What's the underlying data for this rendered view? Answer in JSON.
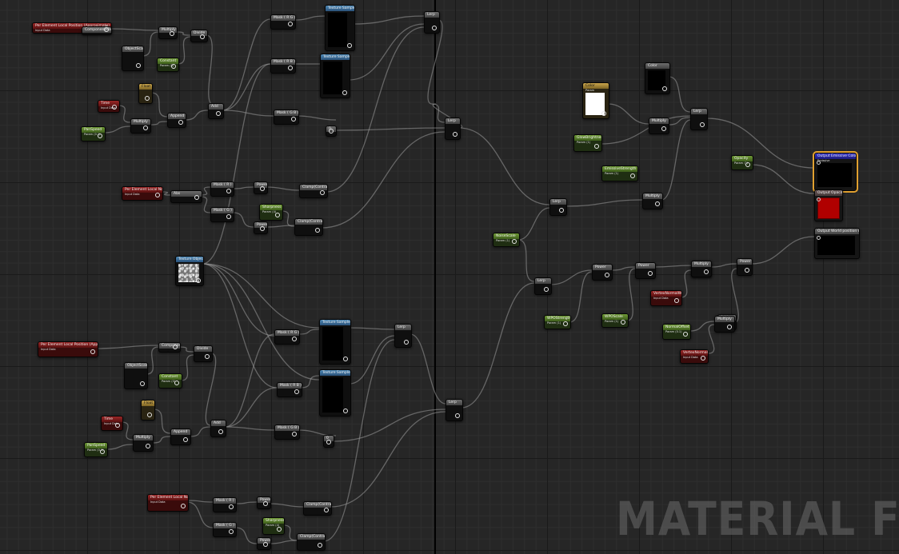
{
  "watermark": "MATERIAL FU",
  "colors": {
    "background": "#262626",
    "parameter_red": "#9b2626",
    "constant_green": "#6f9a36",
    "texture_blue": "#4f8ab8",
    "output_selected": "#e0a030"
  },
  "nodes": [
    {
      "id": "n1",
      "style": "red",
      "label": "Per Element Local Position (Approximate)",
      "sub": "Input Data"
    },
    {
      "id": "n2",
      "style": "gray",
      "label": "ComponentMask"
    },
    {
      "id": "n3",
      "style": "gray",
      "label": "ObjectScale",
      "sub": ""
    },
    {
      "id": "n4",
      "style": "gray",
      "label": "Multiply"
    },
    {
      "id": "n5",
      "style": "green",
      "label": "Constant",
      "sub": "Param (0)"
    },
    {
      "id": "n6",
      "style": "gray",
      "label": "Divide"
    },
    {
      "id": "n7",
      "style": "gold",
      "label": "Float"
    },
    {
      "id": "n8",
      "style": "red",
      "label": "Time",
      "sub": "Input Data"
    },
    {
      "id": "n9",
      "style": "gray",
      "label": "Multiply"
    },
    {
      "id": "n10",
      "style": "green",
      "label": "PanSpeed",
      "sub": "Param (0.1)"
    },
    {
      "id": "n11",
      "style": "gray",
      "label": "Append"
    },
    {
      "id": "n12",
      "style": "gray",
      "label": "Add"
    },
    {
      "id": "n13",
      "style": "gray",
      "label": "Mask ( R G )"
    },
    {
      "id": "n14",
      "style": "gray",
      "label": "Mask ( R B )"
    },
    {
      "id": "n15",
      "style": "gray",
      "label": "Mask ( G B )"
    },
    {
      "id": "n16",
      "style": "blue",
      "label": "Texture Sample"
    },
    {
      "id": "n17",
      "style": "blue",
      "label": "Texture Sample"
    },
    {
      "id": "n18",
      "style": "gray",
      "label": "Lerp"
    },
    {
      "id": "n19",
      "style": "gray",
      "label": "Lerp"
    },
    {
      "id": "n20",
      "style": "gray",
      "label": "0"
    },
    {
      "id": "n21",
      "style": "red",
      "label": "Per Element Local Normal",
      "sub": "Input Data"
    },
    {
      "id": "n22",
      "style": "gray",
      "label": "Abs"
    },
    {
      "id": "n23",
      "style": "gray",
      "label": "Mask ( R )"
    },
    {
      "id": "n24",
      "style": "gray",
      "label": "Mask ( G )"
    },
    {
      "id": "n25",
      "style": "gray",
      "label": "Power"
    },
    {
      "id": "n26",
      "style": "gray",
      "label": "Power"
    },
    {
      "id": "n27",
      "style": "green",
      "label": "Sharpness",
      "sub": "Param (4)"
    },
    {
      "id": "n28",
      "style": "gray",
      "label": "Clamp(Contrast)"
    },
    {
      "id": "n29",
      "style": "gray",
      "label": "Clamp(Contrast)"
    },
    {
      "id": "n30",
      "style": "blue",
      "label": "Texture Object"
    },
    {
      "id": "n31",
      "style": "red",
      "label": "Per Element Local Position (Approximate)",
      "sub": "Input Data"
    },
    {
      "id": "n32",
      "style": "gray",
      "label": "ObjectScale"
    },
    {
      "id": "n33",
      "style": "gray",
      "label": "ComponentMask"
    },
    {
      "id": "n34",
      "style": "green",
      "label": "Constant",
      "sub": "Param (0)"
    },
    {
      "id": "n35",
      "style": "gray",
      "label": "Divide"
    },
    {
      "id": "n36",
      "style": "gold",
      "label": "Float"
    },
    {
      "id": "n37",
      "style": "red",
      "label": "Time",
      "sub": "Input Data"
    },
    {
      "id": "n38",
      "style": "gray",
      "label": "Multiply"
    },
    {
      "id": "n39",
      "style": "green",
      "label": "PanSpeed",
      "sub": "Param (0.1)"
    },
    {
      "id": "n40",
      "style": "gray",
      "label": "Append"
    },
    {
      "id": "n41",
      "style": "gray",
      "label": "Add"
    },
    {
      "id": "n42",
      "style": "gray",
      "label": "Mask ( R G )"
    },
    {
      "id": "n43",
      "style": "gray",
      "label": "Mask ( R B )"
    },
    {
      "id": "n44",
      "style": "gray",
      "label": "Mask ( G B )"
    },
    {
      "id": "n45",
      "style": "blue",
      "label": "Texture Sample"
    },
    {
      "id": "n46",
      "style": "blue",
      "label": "Texture Sample"
    },
    {
      "id": "n47",
      "style": "gray",
      "label": "Lerp"
    },
    {
      "id": "n48",
      "style": "gray",
      "label": "Lerp"
    },
    {
      "id": "n49",
      "style": "gray",
      "label": "0"
    },
    {
      "id": "n50",
      "style": "red",
      "label": "Per Element Local Normal",
      "sub": "Input Data"
    },
    {
      "id": "n51",
      "style": "gray",
      "label": "Mask ( R )"
    },
    {
      "id": "n52",
      "style": "gray",
      "label": "Mask ( G )"
    },
    {
      "id": "n53",
      "style": "gray",
      "label": "Power"
    },
    {
      "id": "n54",
      "style": "green",
      "label": "Sharpness",
      "sub": "Param (4)"
    },
    {
      "id": "n55",
      "style": "gray",
      "label": "Power"
    },
    {
      "id": "n56",
      "style": "gray",
      "label": "Clamp(Contrast)"
    },
    {
      "id": "n57",
      "style": "gray",
      "label": "Clamp(Contrast)"
    },
    {
      "id": "n58",
      "style": "gray",
      "label": "Lerp"
    },
    {
      "id": "n59",
      "style": "gray",
      "label": "Lerp"
    },
    {
      "id": "n60",
      "style": "gold",
      "label": "Color",
      "sub": "Param"
    },
    {
      "id": "n61",
      "style": "gray",
      "label": "Color"
    },
    {
      "id": "n62",
      "style": "gray",
      "label": "Multiply"
    },
    {
      "id": "n63",
      "style": "gray",
      "label": "Lerp"
    },
    {
      "id": "n64",
      "style": "green",
      "label": "GlowBrightness",
      "sub": "Param (1)"
    },
    {
      "id": "n65",
      "style": "green",
      "label": "EmissiveStrength",
      "sub": "Param (1)"
    },
    {
      "id": "n66",
      "style": "gray",
      "label": "Multiply"
    },
    {
      "id": "n67",
      "style": "gray",
      "label": "Power"
    },
    {
      "id": "n68",
      "style": "green",
      "label": "Opacity",
      "sub": "Param (1)"
    },
    {
      "id": "n69",
      "style": "green",
      "label": "NoiseScale",
      "sub": "Param (1)"
    },
    {
      "id": "n70",
      "style": "gray",
      "label": "Power"
    },
    {
      "id": "n71",
      "style": "gray",
      "label": "Multiply"
    },
    {
      "id": "n72",
      "style": "gray",
      "label": "Power"
    },
    {
      "id": "n73",
      "style": "gray",
      "label": "Multiply"
    },
    {
      "id": "n74",
      "style": "gray",
      "label": "Add"
    },
    {
      "id": "n75",
      "style": "green",
      "label": "WPOStrength",
      "sub": "Param (1)"
    },
    {
      "id": "n76",
      "style": "green",
      "label": "WPOScale",
      "sub": "Param (1)"
    },
    {
      "id": "n77",
      "style": "red",
      "label": "VertexNormalWS",
      "sub": "Input Data"
    },
    {
      "id": "n78",
      "style": "green",
      "label": "NormalOffset",
      "sub": "Param (0.1)"
    },
    {
      "id": "n79",
      "style": "red",
      "label": "VertexNormalWS",
      "sub": "Input Data"
    },
    {
      "id": "n80",
      "style": "gray",
      "label": "Multiply"
    },
    {
      "id": "n81",
      "style": "out",
      "label": "Output Emissive Color",
      "sub": "Emissive",
      "variant": "emissive"
    },
    {
      "id": "n82",
      "style": "out",
      "label": "Output Opacity",
      "variant": "opacity"
    },
    {
      "id": "n83",
      "style": "out",
      "label": "Output World position Offset",
      "variant": "wpo"
    }
  ]
}
